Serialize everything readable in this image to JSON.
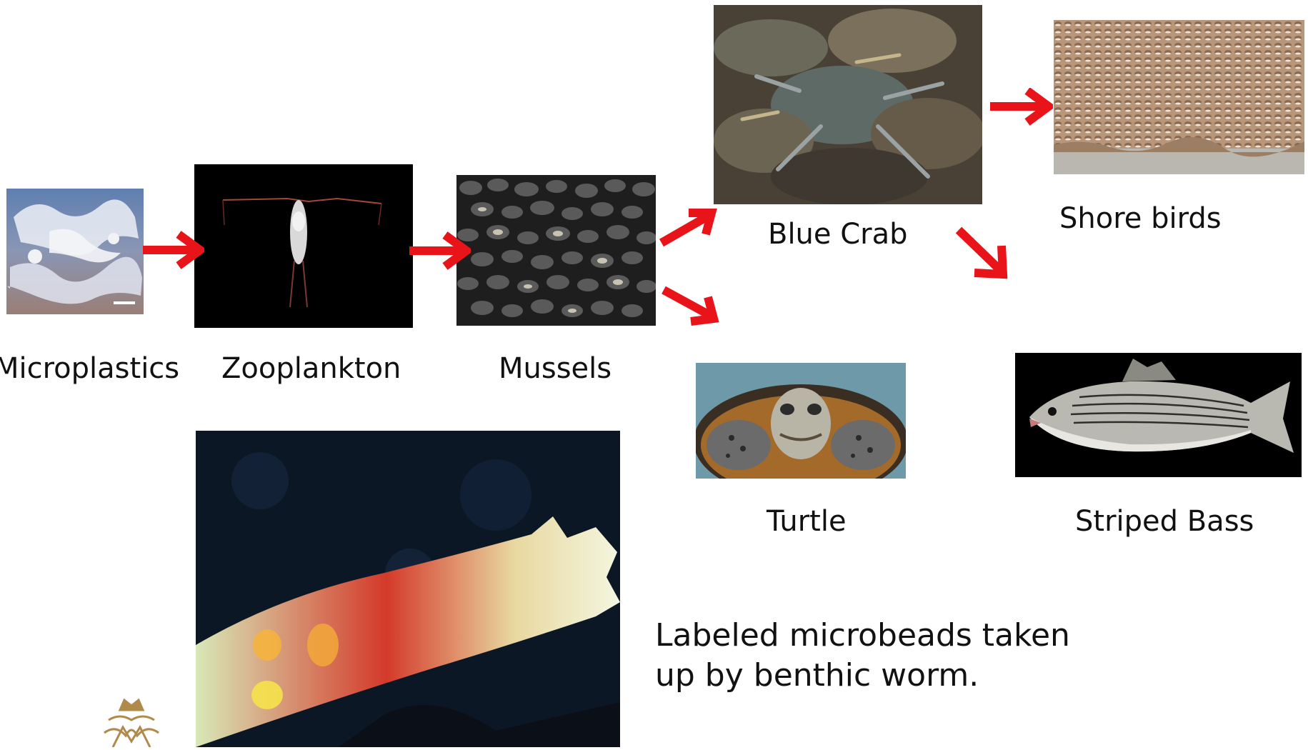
{
  "labels": {
    "microplastics": "Microplastics",
    "zooplankton": "Zooplankton",
    "mussels": "Mussels",
    "blue_crab": "Blue Crab",
    "shore_birds": "Shore birds",
    "turtle": "Turtle",
    "striped_bass": "Striped Bass"
  },
  "caption": {
    "line1": "Labeled microbeads taken",
    "line2": "up by benthic worm."
  },
  "colors": {
    "arrow": "#e8141a",
    "background": "#ffffff",
    "text": "#111111",
    "logo": "#b08a4a"
  }
}
